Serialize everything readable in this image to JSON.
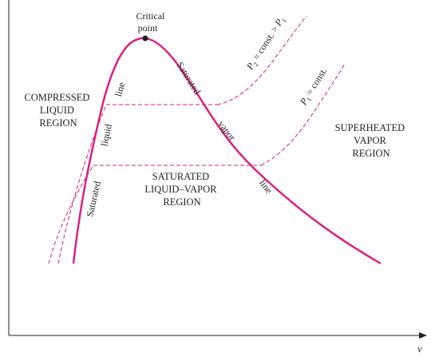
{
  "diagram": {
    "critical_point": [
      "Critical",
      "point"
    ],
    "compressed_region": [
      "COMPRESSED",
      "LIQUID",
      "REGION"
    ],
    "superheated_region": [
      "SUPERHEATED",
      "VAPOR",
      "REGION"
    ],
    "saturated_region": [
      "SATURATED",
      "LIQUID–VAPOR",
      "REGION"
    ],
    "liquid_line": {
      "word1": "Saturated",
      "word2": "liquid",
      "word3": "line"
    },
    "vapor_line": {
      "word1": "Saturated",
      "word2": "vapor",
      "word3": "line"
    },
    "isobar_p2": {
      "p": "P",
      "sub": "2",
      "text": " = const. > ",
      "p1": "P",
      "sub1": "1"
    },
    "isobar_p1": {
      "p": "P",
      "sub": "1",
      "text": " = const."
    },
    "x_axis_label": "v"
  },
  "colors": {
    "dome": "#e0187f",
    "isobar": "#e0187f",
    "axis": "#231f20",
    "text": "#231f20"
  }
}
